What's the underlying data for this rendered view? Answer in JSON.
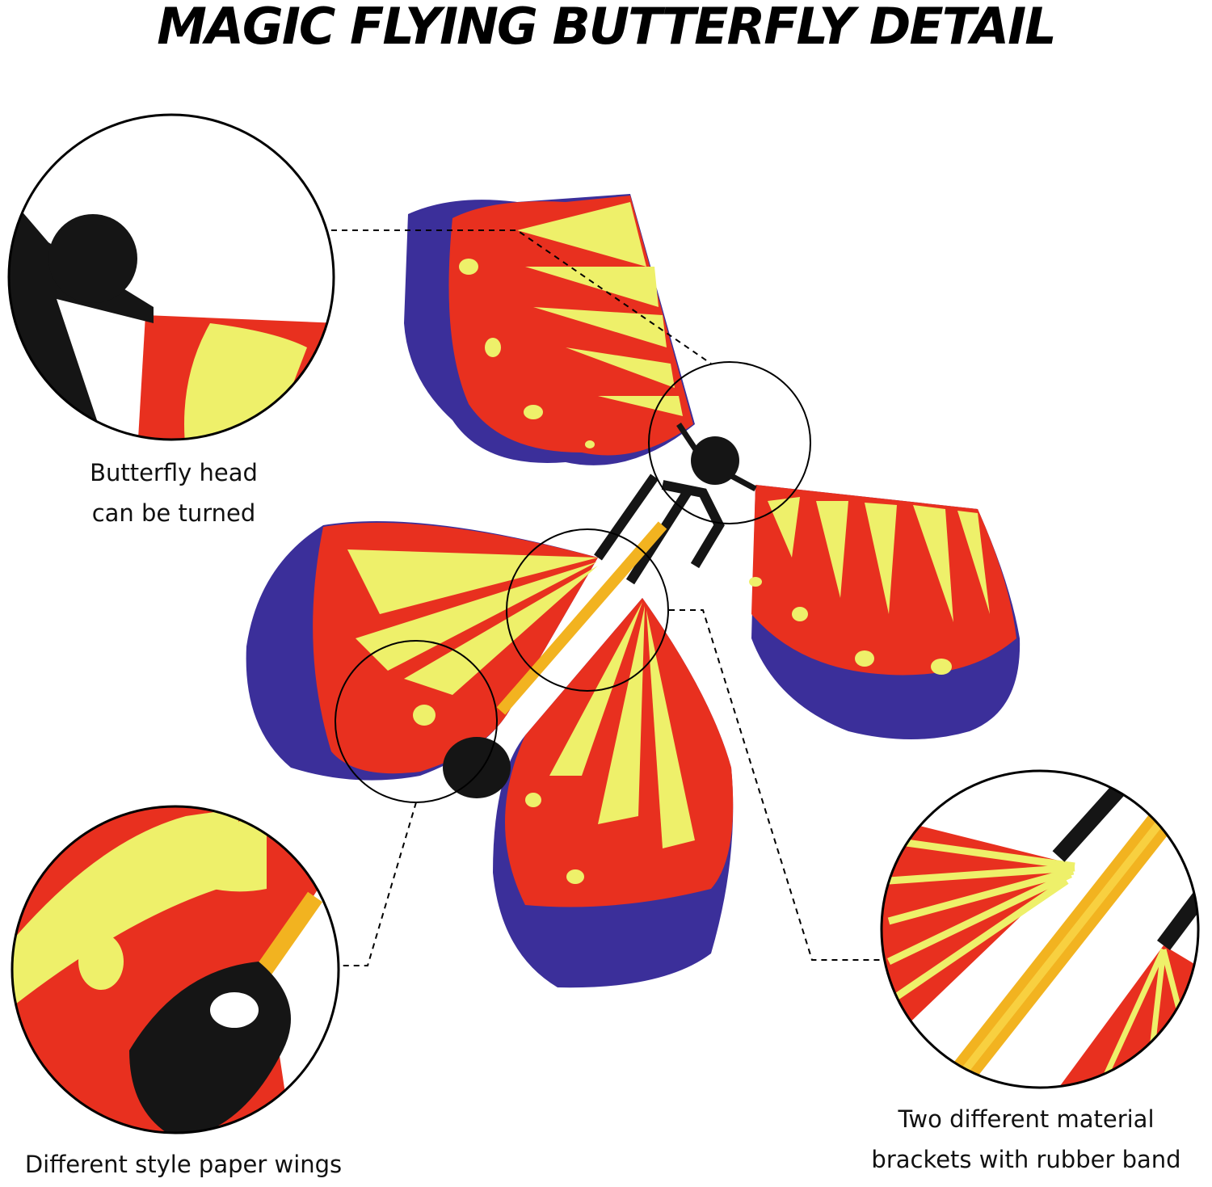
{
  "title": "MAGIC FLYING BUTTERFLY DETAIL",
  "callouts": [
    {
      "lines": [
        "Butterfly head",
        "can be turned"
      ]
    },
    {
      "lines": [
        "Different style paper wings"
      ]
    },
    {
      "lines": [
        "Two different material",
        "brackets with rubber band"
      ]
    }
  ],
  "colors": {
    "red": "#e8301f",
    "yellow": "#eef06a",
    "blue": "#3b2f9a",
    "black": "#151515",
    "band": "#f2b320"
  }
}
